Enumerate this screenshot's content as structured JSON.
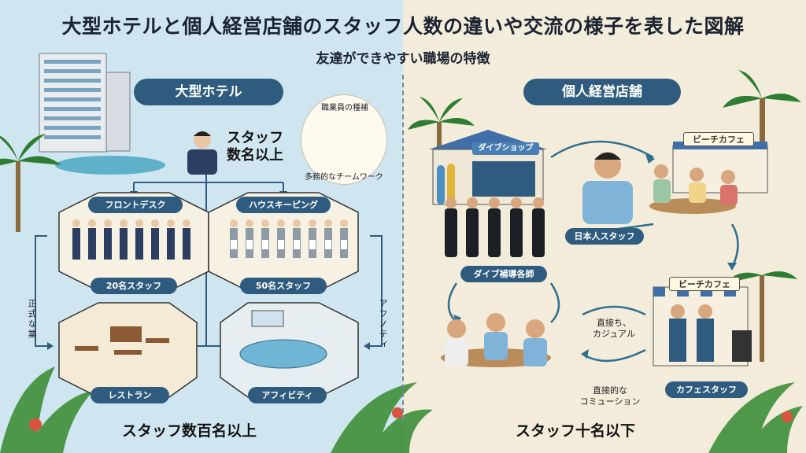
{
  "title": "大型ホテルと個人経営店舗のスタッフ人数の違いや交流の様子を表した図解",
  "subtitle": "友達ができやすい職場の特徴",
  "left": {
    "header": "大型ホテル",
    "staff_count_label": "スタッフ\n数名以上",
    "bubble_title": "職業員の種補",
    "bubble_caption": "多務的なチームワーク",
    "departments": [
      {
        "name": "フロントデスク",
        "count": "20名スタッフ"
      },
      {
        "name": "ハウスキーピング",
        "count": "50名スタッフ"
      },
      {
        "name": "レストラン",
        "count": ""
      },
      {
        "name": "アフィビティ",
        "count": ""
      }
    ],
    "side_left": "正式な業",
    "side_right": "アフノティ",
    "footer": "スタッフ数百名以上"
  },
  "right": {
    "header": "個人経営店舗",
    "dive_shop_sign": "ダイブショップ",
    "cafe_sign_top": "ビーチカフェ",
    "cafe_sign_bottom": "ビーチカフェ",
    "labels": {
      "japanese_staff": "日本人スタッフ",
      "dive_instructor": "ダイブ補導各師",
      "cafe_staff": "カフェスタッフ"
    },
    "notes": {
      "direct_casual": "直接ち、\nカジュアル",
      "direct_comm": "直接的な\nコミューション"
    },
    "footer": "スタッフ十名以下"
  },
  "colors": {
    "accent": "#2f5c7e",
    "left_bg": "#cfe6f1",
    "right_bg": "#f3ecdb"
  }
}
